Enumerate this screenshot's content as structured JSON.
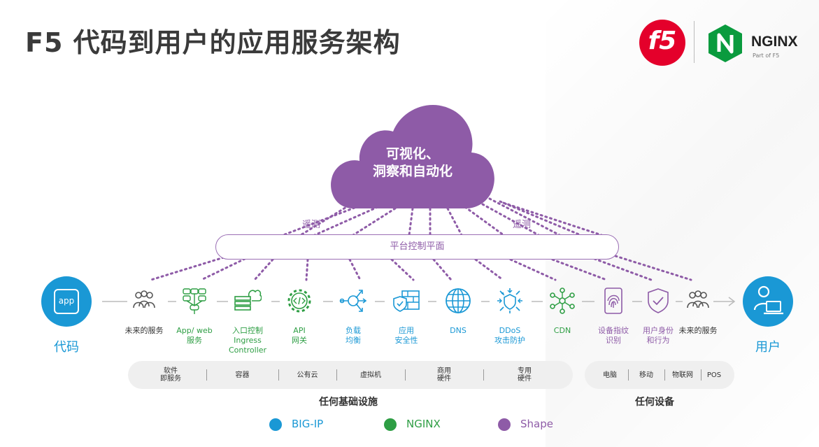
{
  "title": "F5 代码到用户的应用服务架构",
  "logos": {
    "f5": "f5",
    "nginx": "NGINX",
    "nginx_sub": "Part of F5"
  },
  "cloud": {
    "line1": "可视化、",
    "line2": "洞察和自动化"
  },
  "telemetry_left": "遥测",
  "telemetry_right": "遥测",
  "platform_bar": "平台控制平面",
  "endpoints": {
    "code_icon": "app",
    "code_label": "代码",
    "user_label": "用户"
  },
  "services": [
    {
      "label": "未来的服务",
      "icon": "people-icon",
      "color": "#555555"
    },
    {
      "label": "App/ web\n服务",
      "icon": "app-web-icon",
      "color": "#2e9e44"
    },
    {
      "label": "入口控制\nIngress\nController",
      "icon": "ingress-icon",
      "color": "#2e9e44"
    },
    {
      "label": "API\n网关",
      "icon": "api-gear-icon",
      "color": "#2e9e44"
    },
    {
      "label": "负载\n均衡",
      "icon": "load-balance-icon",
      "color": "#1a98d5"
    },
    {
      "label": "应用\n安全性",
      "icon": "firewall-icon",
      "color": "#1a98d5"
    },
    {
      "label": "DNS",
      "icon": "globe-icon",
      "color": "#1a98d5"
    },
    {
      "label": "DDoS\n攻击防护",
      "icon": "ddos-icon",
      "color": "#1a98d5"
    },
    {
      "label": "CDN",
      "icon": "network-icon",
      "color": "#2e9e44"
    },
    {
      "label": "设备指纹\n识别",
      "icon": "fingerprint-icon",
      "color": "#8e5ba7"
    },
    {
      "label": "用户身份\n和行为",
      "icon": "shield-check-icon",
      "color": "#8e5ba7"
    },
    {
      "label": "未来的服务",
      "icon": "people-icon",
      "color": "#555555"
    }
  ],
  "infrastructure": {
    "items": [
      "软件\n即服务",
      "容器",
      "公有云",
      "虚拟机",
      "商用\n硬件",
      "专用\n硬件"
    ],
    "caption": "任何基础设施"
  },
  "devices": {
    "items": [
      "电脑",
      "移动",
      "物联网",
      "POS"
    ],
    "caption": "任何设备"
  },
  "legend": [
    {
      "label": "BIG-IP",
      "color": "#1a98d5"
    },
    {
      "label": "NGINX",
      "color": "#2e9e44"
    },
    {
      "label": "Shape",
      "color": "#8e5ba7"
    }
  ]
}
